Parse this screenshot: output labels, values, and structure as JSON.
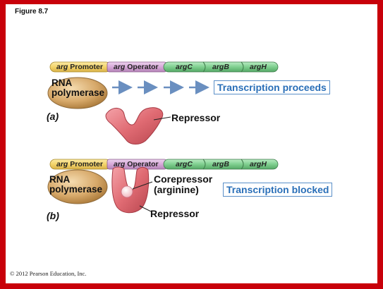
{
  "figure_label": "Figure 8.7",
  "operon": {
    "promoter": {
      "name": "arg",
      "suffix": " Promoter"
    },
    "operator": {
      "name": "arg",
      "suffix": " Operator"
    },
    "genes": [
      "argC",
      "argB",
      "argH"
    ]
  },
  "colors": {
    "frame": "#c8000a",
    "promoter": "#f3d46a",
    "operator": "#d6a8d8",
    "genes": "#7fcf8f",
    "polymerase": "#d7a96a",
    "repressor": "#e06b73",
    "corepressor": "#f8cdd3",
    "status_text": "#2a6fb8"
  },
  "panel_a": {
    "tag": "(a)",
    "rna_polymerase": [
      "RNA",
      "polymerase"
    ],
    "repressor_label": "Repressor",
    "status": "Transcription proceeds"
  },
  "panel_b": {
    "tag": "(b)",
    "rna_polymerase": [
      "RNA",
      "polymerase"
    ],
    "corepressor_label": [
      "Corepressor",
      "(arginine)"
    ],
    "repressor_label": "Repressor",
    "status": "Transcription blocked"
  },
  "copyright": "© 2012 Pearson Education, Inc."
}
